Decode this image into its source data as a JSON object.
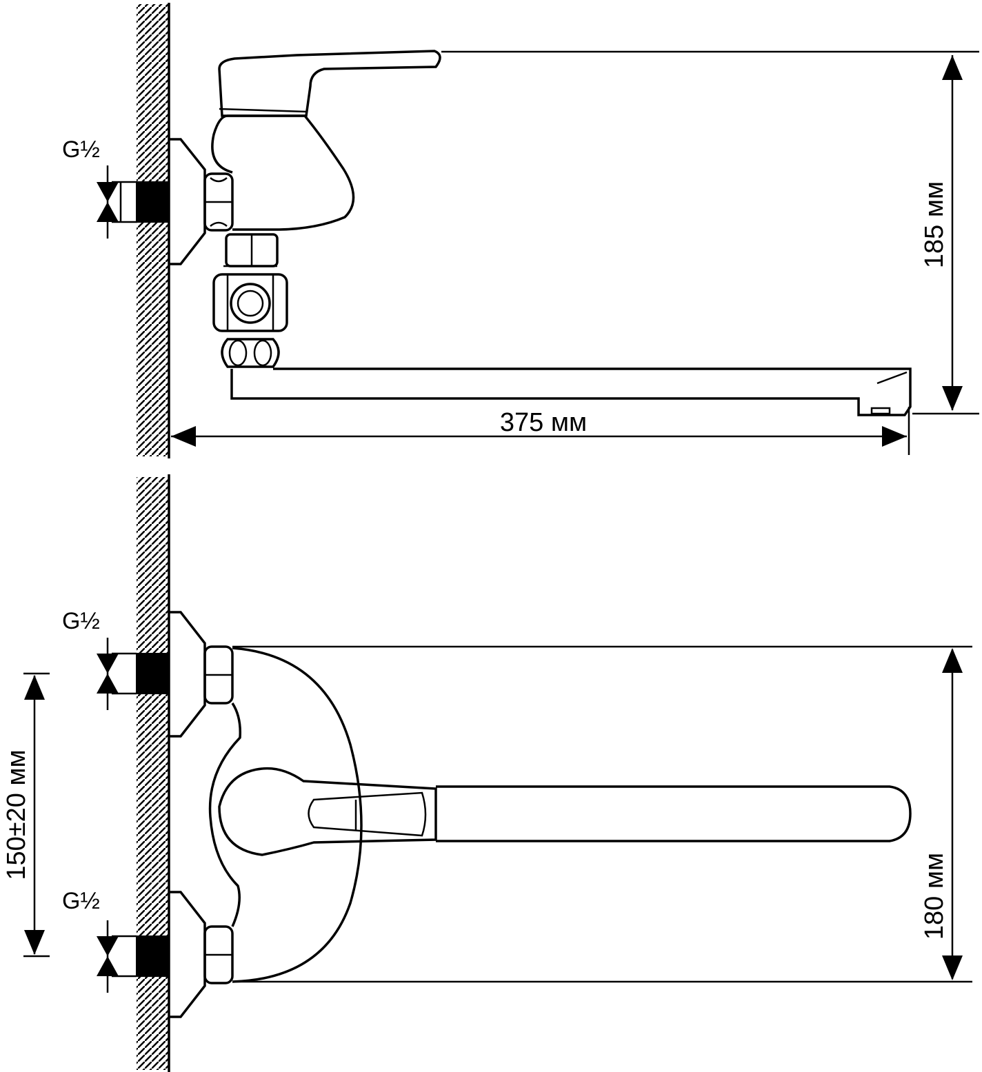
{
  "colors": {
    "line": "#000000",
    "background": "#ffffff"
  },
  "side_view": {
    "inlet_label": "G½",
    "height_dimension": "185 мм",
    "length_dimension": "375 мм"
  },
  "top_view": {
    "inlet_label_top": "G½",
    "inlet_label_bottom": "G½",
    "centers_dimension": "150±20 мм",
    "width_dimension": "180 мм"
  }
}
